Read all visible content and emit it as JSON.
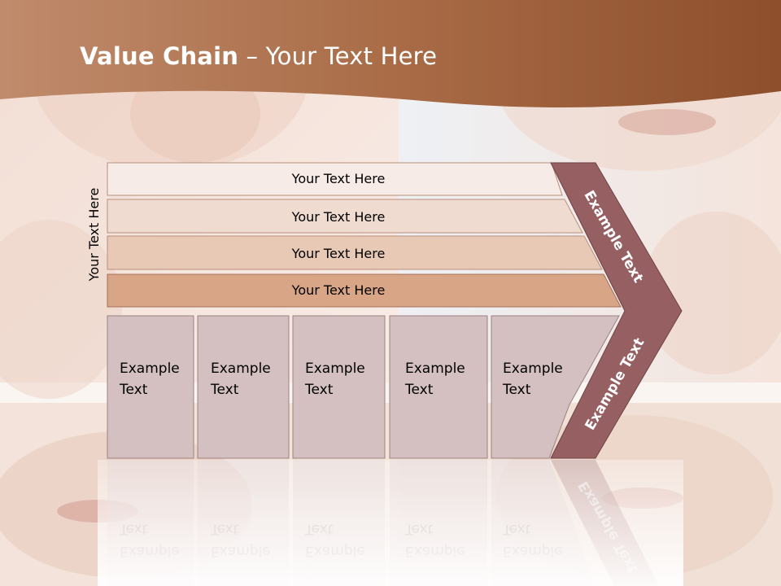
{
  "title": {
    "bold": "Value Chain",
    "rest": " – Your Text Here"
  },
  "side_label": "Your Text Here",
  "rows": [
    {
      "label": "Your Text Here"
    },
    {
      "label": "Your Text Here"
    },
    {
      "label": "Your Text Here"
    },
    {
      "label": "Your Text Here"
    }
  ],
  "boxes": [
    {
      "line1": "Example",
      "line2": "Text"
    },
    {
      "line1": "Example",
      "line2": "Text"
    },
    {
      "line1": "Example",
      "line2": "Text"
    },
    {
      "line1": "Example",
      "line2": "Text"
    },
    {
      "line1": "Example",
      "line2": "Text"
    }
  ],
  "chevron": {
    "upper": "Example Text",
    "lower": "Example Text"
  },
  "colors": {
    "header": "#a7643d",
    "chevron": "#966062",
    "row1": "#f6ebe7",
    "row2": "#efdbd0",
    "row3": "#e8c9b6",
    "row4": "#d8a587",
    "box": "#d4c0c0"
  }
}
